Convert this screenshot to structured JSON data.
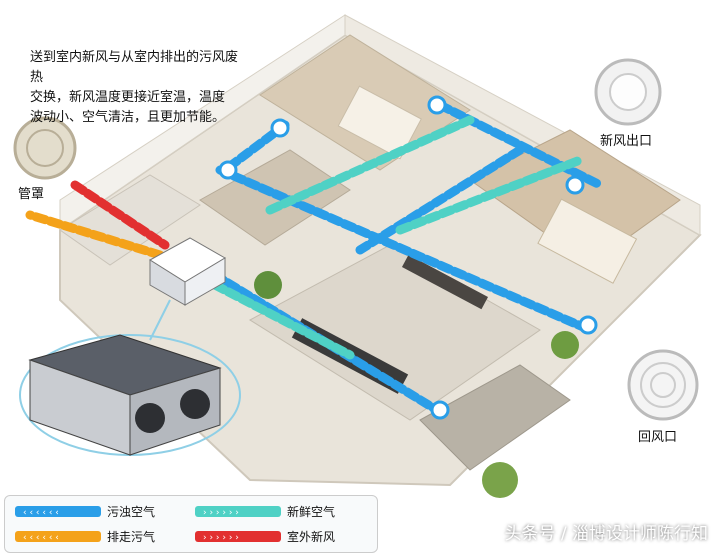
{
  "description": "送到室内新风与从室内排出的污风废热\n交换，新风温度更接近室温，温度\n波动小、空气清洁，且更加节能。",
  "labels": {
    "duct_cover": "管罩",
    "fresh_air_outlet": "新风出口",
    "return_air_inlet": "回风口"
  },
  "legend": [
    {
      "label": "污浊空气",
      "color": "#2a9ee8"
    },
    {
      "label": "新鲜空气",
      "color": "#4fd1c5"
    },
    {
      "label": "排走污气",
      "color": "#f4a21a"
    },
    {
      "label": "室外新风",
      "color": "#e23030"
    }
  ],
  "watermark": "头条号 / 淄博设计师陈行知",
  "colors": {
    "floor": "#e9e4da",
    "wall": "#f3f1ec",
    "unit": "#d8dbe0"
  }
}
